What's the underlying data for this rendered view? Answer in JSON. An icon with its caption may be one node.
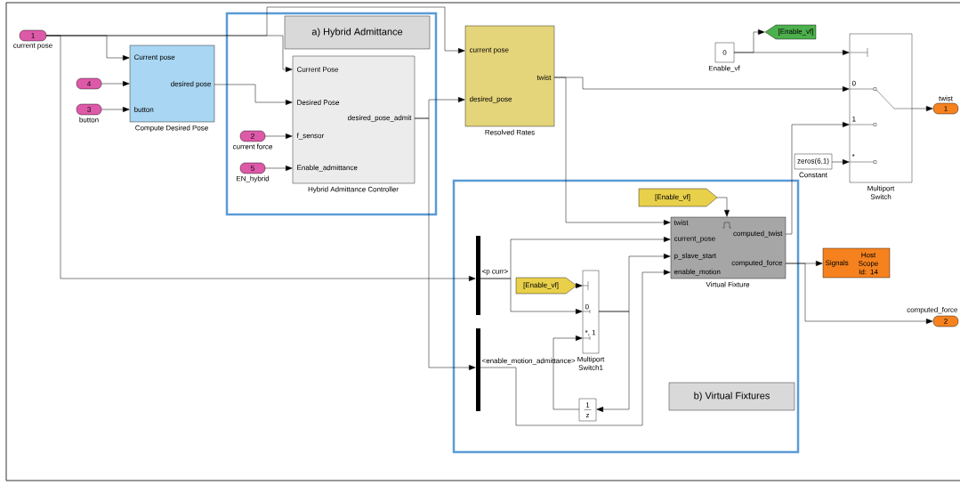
{
  "diagram": {
    "nodes": [
      {
        "text": [
          "a) Hybrid Admittance"
        ]
      },
      {
        "text": [
          "b) Virtual Fixtures"
        ]
      },
      {
        "text": [
          "1"
        ],
        "beside": [
          "current pose"
        ]
      },
      {
        "text": [
          "4"
        ]
      },
      {
        "text": [
          "3"
        ],
        "beside": [
          "button"
        ]
      },
      {
        "text": [
          "Current pose",
          "desired pose",
          "button"
        ],
        "beside": [
          "Compute Desired Pose"
        ]
      },
      {
        "text": [
          "2"
        ],
        "beside": [
          "current force"
        ],
        "in": 0
      },
      {
        "text": [
          "5"
        ],
        "beside": [
          "EN_hybrid"
        ],
        "in": 0
      },
      {
        "text": [
          "Current Pose",
          "Desired Pose",
          "desired_pose_admit",
          "f_sensor",
          "Enable_admittance"
        ],
        "beside": [
          "Hybrid Admittance Controller"
        ],
        "in": 0
      },
      {
        "text": [
          "current pose",
          "twist",
          "desired_pose"
        ],
        "beside": [
          "Resolved Rates"
        ]
      },
      {
        "text": [
          "[Enable_vf]"
        ]
      },
      {
        "text": [
          "0"
        ],
        "beside": [
          "Enable_vf"
        ]
      },
      {
        "text": [
          "0",
          "1",
          "*"
        ],
        "beside": [
          "Multiport Switch"
        ]
      },
      {
        "text": [
          "zeros(6,1)"
        ],
        "beside": [
          "Constant"
        ]
      },
      {
        "text": [
          "1"
        ],
        "beside": [
          "twist"
        ]
      },
      {
        "text": [
          "[Enable_vf]"
        ],
        "in": 1
      },
      {
        "text": [
          "twist",
          "computed_twist",
          "current_pose",
          "p_slave_start",
          "computed_force",
          "enable_motion"
        ],
        "beside": [
          "Virtual Fixture"
        ],
        "in": 1
      },
      {
        "text": [],
        "shape": "bar",
        "beside": [
          "<p curr>"
        ],
        "in": 1
      },
      {
        "text": [],
        "shape": "bar",
        "beside": [
          "<enable_motion_admittance>"
        ],
        "in": 1
      },
      {
        "text": [
          "[Enable_vf]"
        ],
        "in": 1
      },
      {
        "text": [
          "0",
          "*, 1"
        ],
        "beside": [
          "Multiport Switch1"
        ],
        "in": 1
      },
      {
        "text": [
          "1",
          "z"
        ],
        "in": 1
      },
      {
        "text": [
          "Signals",
          "Host Scope Id: 14"
        ]
      },
      {
        "text": [
          "2"
        ],
        "beside": [
          "computed_force"
        ]
      }
    ],
    "edges": [
      {
        "from": 2,
        "to": 5,
        "arrow": "to"
      },
      {
        "from": 2,
        "to": 8,
        "arrow": "to"
      },
      {
        "from": 2,
        "to": 9,
        "arrow": "to"
      },
      {
        "from": 2,
        "to": 17,
        "arrow": "to"
      },
      {
        "from": 3,
        "to": 5,
        "arrow": "to"
      },
      {
        "from": 4,
        "to": 5,
        "arrow": "to"
      },
      {
        "from": 5,
        "to": 8,
        "arrow": "to"
      },
      {
        "from": 6,
        "to": 8,
        "arrow": "to"
      },
      {
        "from": 7,
        "to": 8,
        "arrow": "to"
      },
      {
        "from": 8,
        "to": 9,
        "arrow": "to"
      },
      {
        "from": 8,
        "to": 18,
        "arrow": "to"
      },
      {
        "from": 9,
        "to": 12,
        "arrow": "to"
      },
      {
        "from": 9,
        "to": 16,
        "arrow": "to"
      },
      {
        "from": 11,
        "to": 12,
        "arrow": "to"
      },
      {
        "from": 11,
        "to": 10,
        "arrow": "to"
      },
      {
        "from": 13,
        "to": 12,
        "arrow": "to"
      },
      {
        "from": 16,
        "to": 12,
        "arrow": "to"
      },
      {
        "from": 12,
        "to": 14,
        "arrow": "to"
      },
      {
        "from": 15,
        "to": 16,
        "arrow": "to"
      },
      {
        "from": 17,
        "to": 16,
        "arrow": "to"
      },
      {
        "from": 17,
        "to": 20,
        "arrow": "to"
      },
      {
        "from": 19,
        "to": 20,
        "arrow": "to"
      },
      {
        "from": 20,
        "to": 16,
        "arrow": "to"
      },
      {
        "from": 20,
        "to": 21,
        "arrow": "to"
      },
      {
        "from": 21,
        "to": 20,
        "arrow": "to"
      },
      {
        "from": 18,
        "to": 16,
        "arrow": "to"
      },
      {
        "from": 16,
        "to": 22,
        "arrow": "to"
      },
      {
        "from": 16,
        "to": 23,
        "arrow": "to"
      }
    ]
  }
}
